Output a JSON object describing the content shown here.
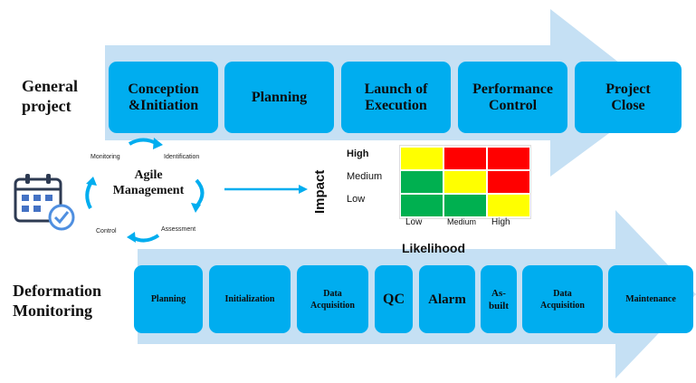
{
  "general": {
    "label_line1": "General",
    "label_line2": "project",
    "steps": [
      {
        "line1": "Conception",
        "line2": "&Initiation"
      },
      {
        "line1": "Planning",
        "line2": ""
      },
      {
        "line1": "Launch of",
        "line2": "Execution"
      },
      {
        "line1": "Performance",
        "line2": "Control"
      },
      {
        "line1": "Project",
        "line2": "Close"
      }
    ]
  },
  "agile": {
    "center_line1": "Agile",
    "center_line2": "Management",
    "stages": {
      "monitoring": "Monitoring",
      "identification": "Identification",
      "assessment": "Assessment",
      "control": "Control"
    },
    "icon": "calendar-check-icon"
  },
  "matrix": {
    "impact_label": "Impact",
    "likelihood_label": "Likelihood",
    "row_labels": [
      "High",
      "Medium",
      "Low"
    ],
    "col_labels": [
      "Low",
      "Medium",
      "High"
    ],
    "cells": [
      [
        "yellow",
        "red",
        "red"
      ],
      [
        "green",
        "yellow",
        "red"
      ],
      [
        "green",
        "green",
        "yellow"
      ]
    ],
    "colors": {
      "green": "#00b050",
      "yellow": "#ffff00",
      "red": "#ff0000"
    }
  },
  "deformation": {
    "label_line1": "Deformation",
    "label_line2": "Monitoring",
    "steps": [
      {
        "line1": "Planning",
        "line2": ""
      },
      {
        "line1": "Initialization",
        "line2": ""
      },
      {
        "line1": "Data",
        "line2": "Acquisition"
      },
      {
        "line1": "QC",
        "line2": ""
      },
      {
        "line1": "Alarm",
        "line2": ""
      },
      {
        "line1": "As-",
        "line2": "built"
      },
      {
        "line1": "Data",
        "line2": "Acquisition"
      },
      {
        "line1": "Maintenance",
        "line2": ""
      }
    ]
  },
  "theme": {
    "box_color": "#00adef",
    "arrow_color": "#c5e0f4"
  }
}
